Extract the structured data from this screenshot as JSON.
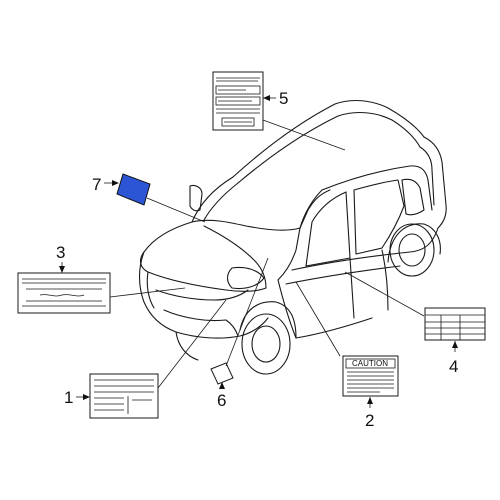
{
  "diagram": {
    "callouts": [
      {
        "id": "1",
        "label": "1"
      },
      {
        "id": "2",
        "label": "2"
      },
      {
        "id": "3",
        "label": "3"
      },
      {
        "id": "4",
        "label": "4"
      },
      {
        "id": "5",
        "label": "5"
      },
      {
        "id": "6",
        "label": "6"
      },
      {
        "id": "7",
        "label": "7"
      }
    ],
    "caution_label_text": "CAUTION",
    "highlight_color": "#2b55d4"
  }
}
